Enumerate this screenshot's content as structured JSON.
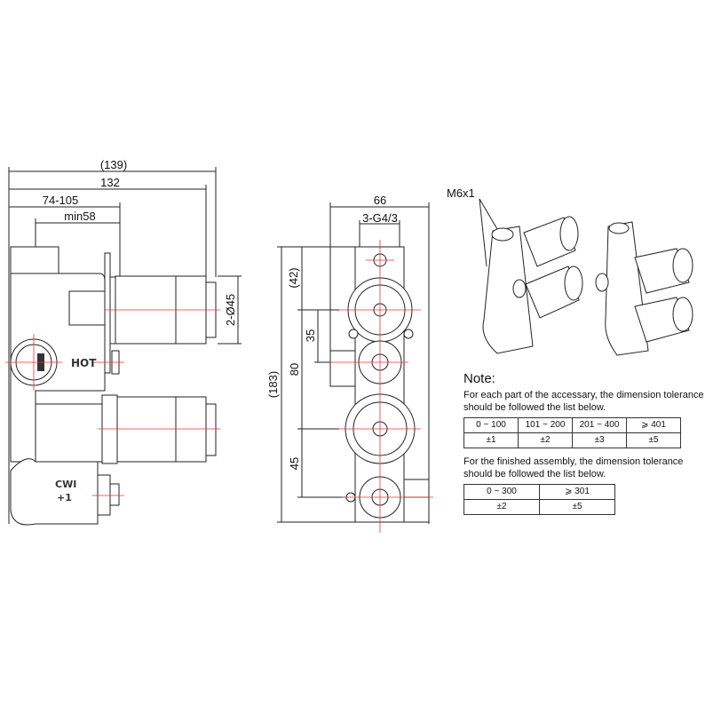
{
  "side_view": {
    "dim_overall": "(139)",
    "dim_length": "132",
    "dim_range": "74-105",
    "dim_min": "min58",
    "dim_diameter": "2-Ø45",
    "label_hot": "HOT",
    "label_cw_line1": "CWI",
    "label_cw_line2": "+1"
  },
  "front_view": {
    "dim_width": "66",
    "dim_thread": "3-G4/3",
    "dim_height_total": "(183)",
    "dim_top": "(42)",
    "dim_35": "35",
    "dim_80": "80",
    "dim_45": "45"
  },
  "iso_view": {
    "label_thread": "M6x1"
  },
  "note": {
    "title": "Note:",
    "para1": "For each part of the accessary, the dimension tolerance should be followed the list below.",
    "table1": {
      "ranges": [
        "0 ~ 100",
        "101 ~ 200",
        "201 ~ 400",
        "⩾ 401"
      ],
      "tolerances": [
        "±1",
        "±2",
        "±3",
        "±5"
      ]
    },
    "para2": "For the finished assembly, the dimension tolerance should be followed the list below.",
    "table2": {
      "ranges": [
        "0 ~ 300",
        "⩾ 301"
      ],
      "tolerances": [
        "±2",
        "±5"
      ]
    }
  }
}
